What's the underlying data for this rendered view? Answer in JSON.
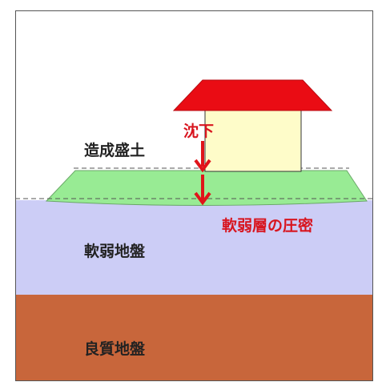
{
  "diagram": {
    "labels": {
      "fill_embankment": "造成盛土",
      "settlement": "沈下",
      "soft_layer_consolidation": "軟弱層の圧密",
      "soft_ground": "軟弱地盤",
      "good_ground": "良質地盤"
    },
    "colors": {
      "frame": "#555555",
      "sky": "#ffffff",
      "embankment": "#98eb94",
      "soft_ground": "#cccdf6",
      "good_ground": "#c8663b",
      "house_wall": "#fefcc9",
      "roof": "#ea0c14",
      "arrow": "#e0141a",
      "annotation_text": "#d8151f",
      "body_text": "#222222",
      "dashed_line": "#555555"
    }
  }
}
